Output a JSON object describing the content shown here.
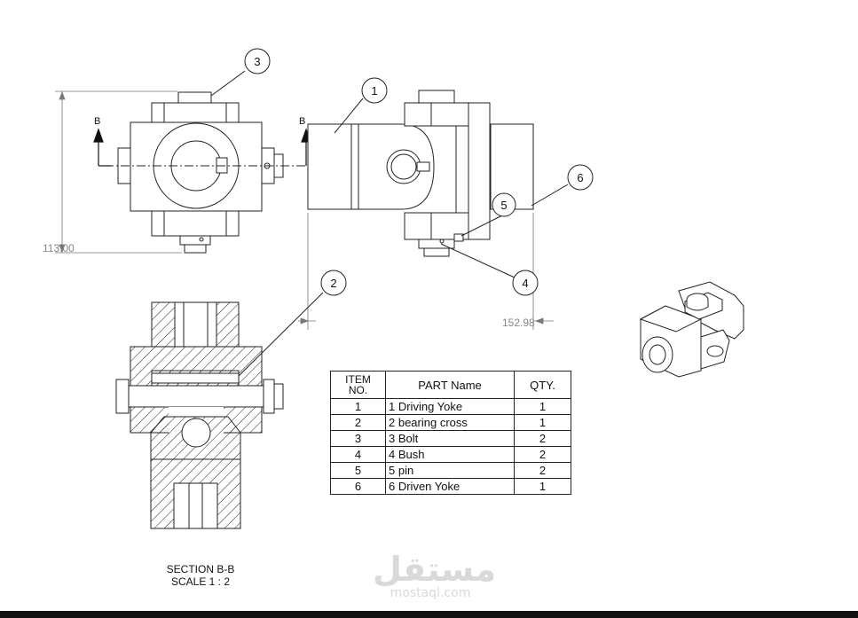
{
  "section_marker": "B",
  "dimensions": {
    "height": "113.00",
    "width": "152.98"
  },
  "balloons": [
    "1",
    "2",
    "3",
    "4",
    "5",
    "6"
  ],
  "bom": {
    "headers": {
      "item_line1": "ITEM",
      "item_line2": "NO.",
      "part_name": "PART Name",
      "qty": "QTY."
    },
    "rows": [
      {
        "item": "1",
        "name": "1 Driving Yoke",
        "qty": "1"
      },
      {
        "item": "2",
        "name": "2 bearing cross",
        "qty": "1"
      },
      {
        "item": "3",
        "name": "3 Bolt",
        "qty": "2"
      },
      {
        "item": "4",
        "name": "4 Bush",
        "qty": "2"
      },
      {
        "item": "5",
        "name": "5 pin",
        "qty": "2"
      },
      {
        "item": "6",
        "name": "6 Driven Yoke",
        "qty": "1"
      }
    ]
  },
  "section_view": {
    "title": "SECTION B-B",
    "scale": "SCALE 1 : 2"
  },
  "watermark": {
    "arabic": "مستقل",
    "latin": "mostaql.com"
  }
}
